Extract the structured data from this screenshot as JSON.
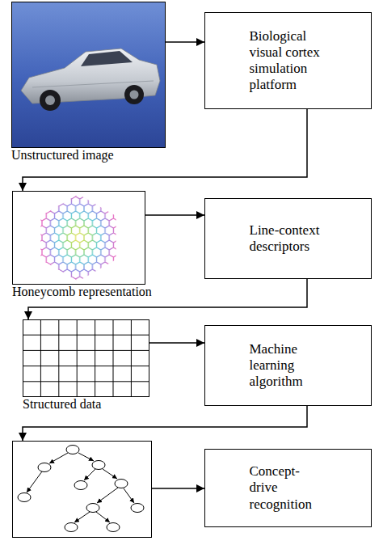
{
  "diagram": {
    "nodes": [
      {
        "text": [
          "Unstructured image"
        ]
      },
      {
        "text": [
          "Biological visual cortex simulation platform"
        ]
      },
      {
        "text": [
          "Honeycomb representation"
        ]
      },
      {
        "text": [
          "Line-context descriptors"
        ]
      },
      {
        "text": [
          "Structured data"
        ]
      },
      {
        "text": [
          "Machine learning algorithm"
        ]
      },
      {
        "text": []
      },
      {
        "text": [
          "Concept-drive recognition"
        ]
      }
    ],
    "edges": [
      {
        "from": 0,
        "to": 1,
        "arrow": "to"
      },
      {
        "from": 1,
        "to": 2,
        "arrow": "to"
      },
      {
        "from": 2,
        "to": 3,
        "arrow": "to"
      },
      {
        "from": 3,
        "to": 4,
        "arrow": "to"
      },
      {
        "from": 4,
        "to": 5,
        "arrow": "to"
      },
      {
        "from": 5,
        "to": 6,
        "arrow": "to"
      },
      {
        "from": 6,
        "to": 7,
        "arrow": "to"
      }
    ]
  }
}
